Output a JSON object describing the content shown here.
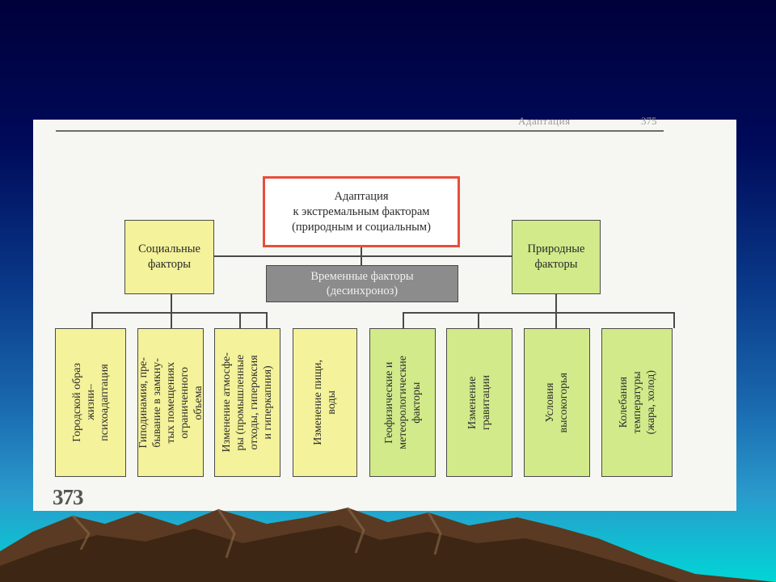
{
  "header": {
    "running_title": "Адаптация",
    "page_ref": "375"
  },
  "diagram": {
    "root": [
      "Адаптация",
      "к экстремальным факторам",
      "(природным и социальным)"
    ],
    "social": [
      "Социальные",
      "факторы"
    ],
    "natural": [
      "Природные",
      "факторы"
    ],
    "temporal": [
      "Временные факторы",
      "(десинхроноз)"
    ],
    "social_children": [
      "Городской образ\nжизни–\nпсихоадаптация",
      "Гиподинамия, пре-\nбывание в замкну-\nтых помещениях\nограниченного\nобъема",
      "Изменение атмосфе-\nры (промышленные\nотходы, гипероксия\nи гиперкапния)",
      "Изменение пищи,\nводы"
    ],
    "natural_children": [
      "Геофизические и\nметеорологические\nфакторы",
      "Изменение\nгравитации",
      "Условия\nвысокогорья",
      "Колебания\nтемпературы\n(жара, холод)"
    ]
  },
  "page_number": "373",
  "colors": {
    "root_border": "#e84e3c",
    "social": "#f4f29a",
    "natural": "#d2ea8a",
    "temporal": "#8c8c8c"
  }
}
